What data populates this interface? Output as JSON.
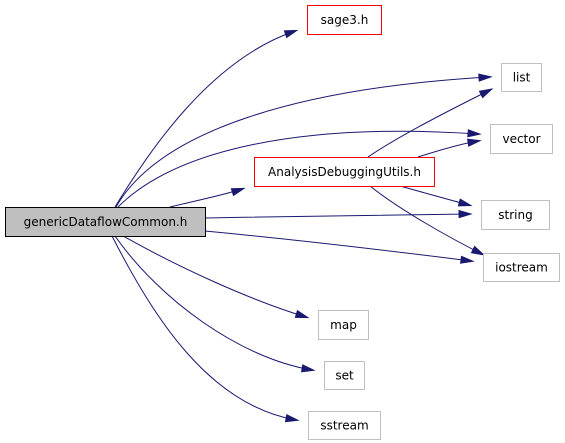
{
  "diagram": {
    "nodes": [
      {
        "id": "genericDataflowCommon",
        "label": "genericDataflowCommon.h",
        "kind": "root"
      },
      {
        "id": "sage3",
        "label": "sage3.h",
        "kind": "documented"
      },
      {
        "id": "AnalysisDebuggingUtils",
        "label": "AnalysisDebuggingUtils.h",
        "kind": "documented"
      },
      {
        "id": "list",
        "label": "list",
        "kind": "external"
      },
      {
        "id": "vector",
        "label": "vector",
        "kind": "external"
      },
      {
        "id": "string",
        "label": "string",
        "kind": "external"
      },
      {
        "id": "iostream",
        "label": "iostream",
        "kind": "external"
      },
      {
        "id": "map",
        "label": "map",
        "kind": "external"
      },
      {
        "id": "set",
        "label": "set",
        "kind": "external"
      },
      {
        "id": "sstream",
        "label": "sstream",
        "kind": "external"
      }
    ],
    "edges": [
      {
        "from": "genericDataflowCommon",
        "to": "sage3"
      },
      {
        "from": "genericDataflowCommon",
        "to": "list"
      },
      {
        "from": "genericDataflowCommon",
        "to": "vector"
      },
      {
        "from": "genericDataflowCommon",
        "to": "AnalysisDebuggingUtils"
      },
      {
        "from": "genericDataflowCommon",
        "to": "string"
      },
      {
        "from": "genericDataflowCommon",
        "to": "iostream"
      },
      {
        "from": "genericDataflowCommon",
        "to": "map"
      },
      {
        "from": "genericDataflowCommon",
        "to": "set"
      },
      {
        "from": "genericDataflowCommon",
        "to": "sstream"
      },
      {
        "from": "AnalysisDebuggingUtils",
        "to": "list"
      },
      {
        "from": "AnalysisDebuggingUtils",
        "to": "vector"
      },
      {
        "from": "AnalysisDebuggingUtils",
        "to": "string"
      },
      {
        "from": "AnalysisDebuggingUtils",
        "to": "iostream"
      }
    ],
    "colors": {
      "edge": "#191970",
      "root_fill": "#bfbfbf",
      "root_border": "#000000",
      "documented_border": "#ff0000",
      "external_border": "#bfbfbf"
    }
  }
}
